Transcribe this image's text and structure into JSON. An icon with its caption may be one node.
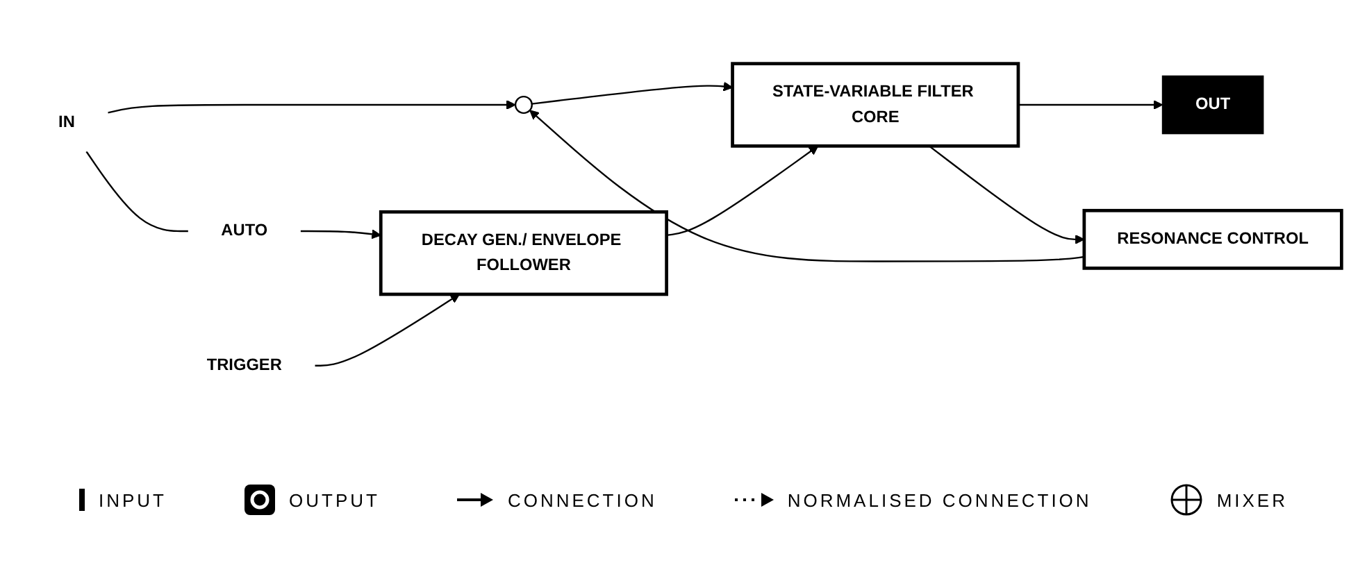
{
  "diagram": {
    "nodes": [
      {
        "text": [
          "IN"
        ]
      },
      {
        "text": [
          "AUTO"
        ]
      },
      {
        "text": [
          "TRIGGER"
        ]
      },
      {
        "text": [],
        "shape": "circle"
      },
      {
        "text": [
          "RESONANCE CONTROL"
        ]
      },
      {
        "text": [
          "DECAY GEN./ ENVELOPE FOLLOWER"
        ]
      },
      {
        "text": [
          "STATE-VARIABLE FILTER CORE"
        ]
      },
      {
        "text": [
          "OUT"
        ]
      }
    ],
    "edges": [
      {
        "from": 0,
        "to": 3,
        "arrow": "to"
      },
      {
        "from": 0,
        "to": 1,
        "arrow": "none"
      },
      {
        "from": 1,
        "to": 5,
        "arrow": "to"
      },
      {
        "from": 2,
        "to": 5,
        "arrow": "to"
      },
      {
        "from": 4,
        "to": 3,
        "arrow": "to"
      },
      {
        "from": 3,
        "to": 6,
        "arrow": "to"
      },
      {
        "from": 5,
        "to": 6,
        "arrow": "to"
      },
      {
        "from": 6,
        "to": 7,
        "arrow": "to"
      },
      {
        "from": 6,
        "to": 4,
        "arrow": "to"
      }
    ],
    "legend": [
      {
        "text": "INPUT"
      },
      {
        "text": "OUTPUT"
      },
      {
        "text": "CONNECTION"
      },
      {
        "text": "NORMALISED CONNECTION"
      },
      {
        "text": "MIXER"
      }
    ]
  }
}
